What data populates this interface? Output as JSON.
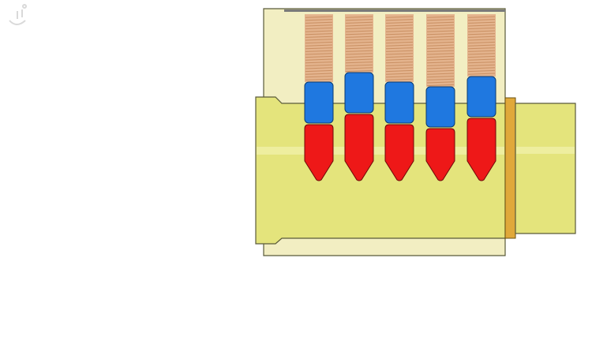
{
  "logo": {
    "icon": "smile-logo-icon",
    "color": "#d9d9d9"
  },
  "colors": {
    "housing": "#f2eec2",
    "plug": "#e4e47c",
    "plug_highlight": "#f0f0a8",
    "outline": "#5a5a3a",
    "spring": "#e4b48e",
    "spring_line": "#c98f62",
    "driver_pin": "#1f78e0",
    "key_pin": "#ee1818",
    "cam_ring": "#e0a83a"
  },
  "pins": [
    {
      "name": "pin-stack-1"
    },
    {
      "name": "pin-stack-2"
    },
    {
      "name": "pin-stack-3"
    },
    {
      "name": "pin-stack-4"
    },
    {
      "name": "pin-stack-5"
    }
  ]
}
